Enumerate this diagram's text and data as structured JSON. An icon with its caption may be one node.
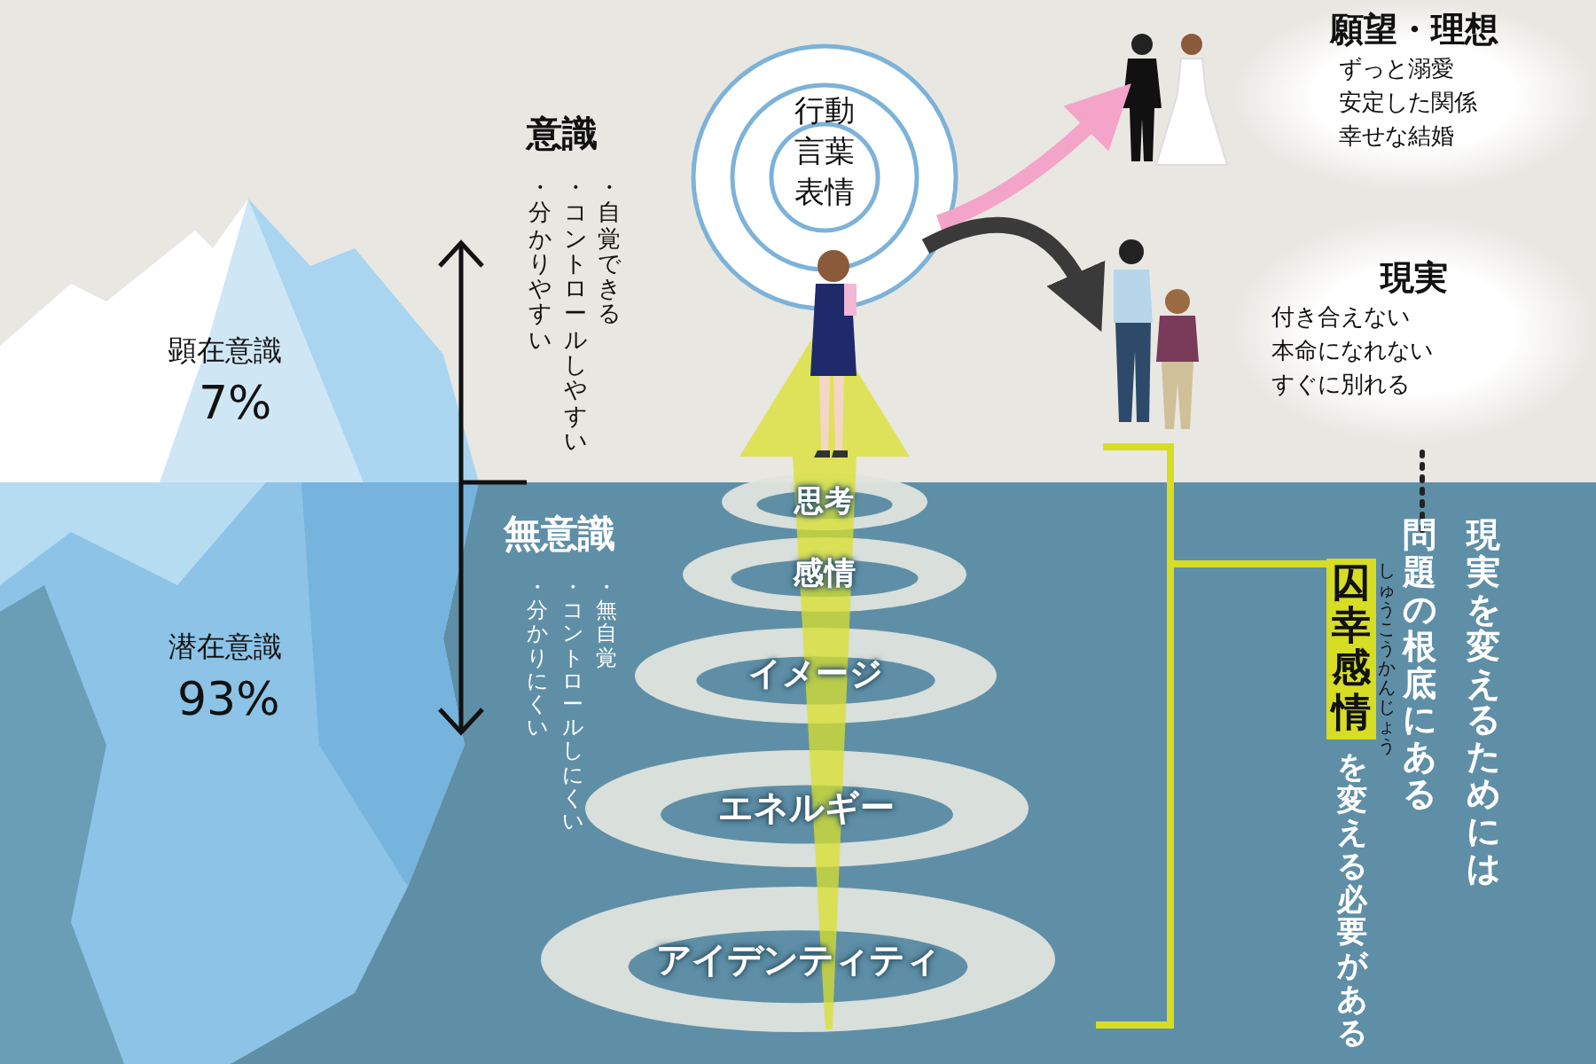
{
  "diagram": {
    "nodes": [
      {
        "text": [
          "行動",
          "言葉",
          "表情"
        ]
      },
      {
        "text": [
          "思考"
        ]
      },
      {
        "text": [
          "感情"
        ]
      },
      {
        "text": [
          "イメージ"
        ]
      },
      {
        "text": [
          "エネルギー"
        ]
      },
      {
        "text": [
          "アイデンティティ"
        ]
      },
      {
        "text": [
          "願望・理想",
          "ずっと溺愛",
          "安定した関係",
          "幸せな結婚"
        ]
      },
      {
        "text": [
          "現実",
          "付き合えない",
          "本命になれない",
          "すぐに別れる"
        ]
      },
      {
        "text": [
          "囚幸感情"
        ],
        "beside": [
          "しゅうこうかんじょう",
          "を変える必要がある"
        ]
      },
      {
        "text": [],
        "shape": "picture"
      },
      {
        "text": [],
        "shape": "picture"
      }
    ],
    "edges": [
      {
        "from": 0,
        "to": 9,
        "arrow": "to",
        "color": "#f4a3c9"
      },
      {
        "from": 0,
        "to": 10,
        "arrow": "to",
        "color": "#3a3a3a"
      },
      {
        "from": 5,
        "to": 0,
        "arrow": "to",
        "color": "#d8e02a"
      }
    ],
    "labels": [
      "意識",
      "・自覚できる",
      "・コントロールしやすい",
      "・分かりやすい",
      "顕在意識",
      "7%",
      "無意識",
      "・無自覚",
      "・コントロールしにくい",
      "・分かりにくい",
      "潜在意識",
      "93%",
      "現実を変えるためには",
      "問題の根底にある"
    ]
  }
}
